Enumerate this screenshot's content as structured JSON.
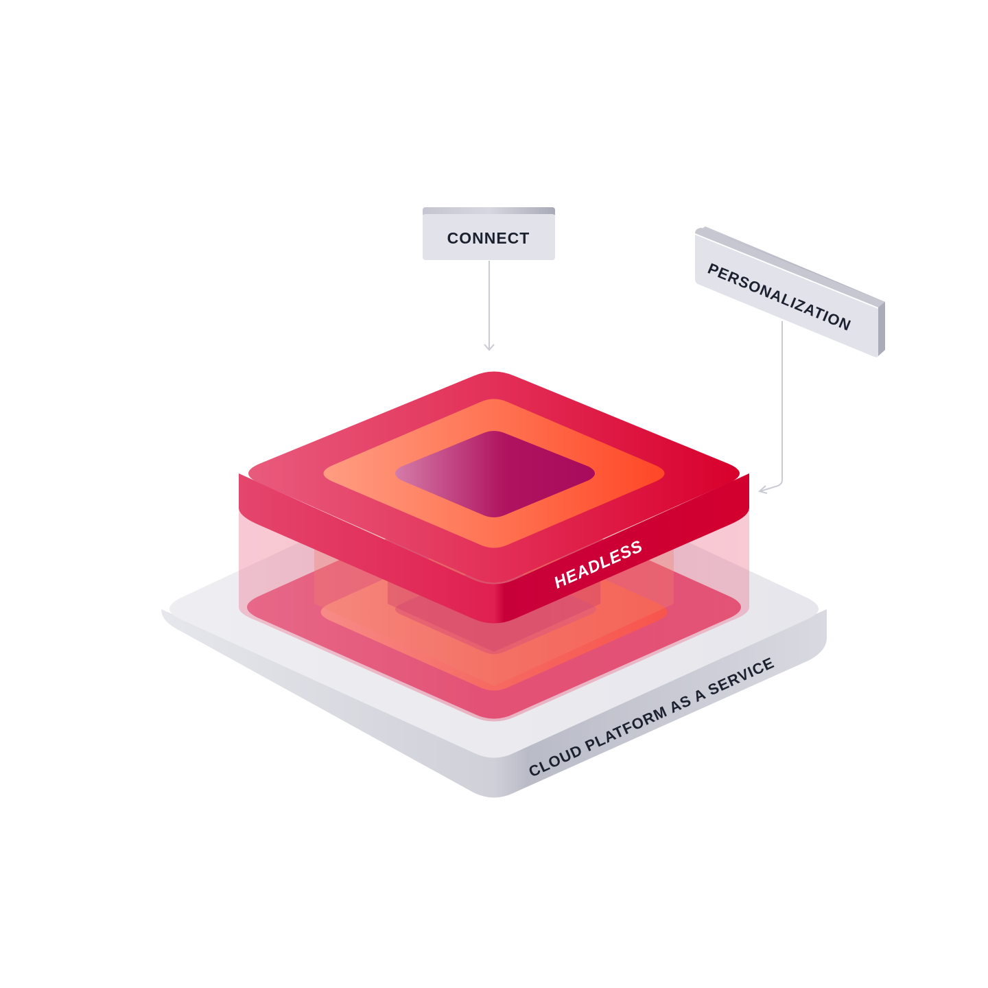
{
  "diagram": {
    "labels": {
      "connect": "CONNECT",
      "personalization": "PERSONALIZATION",
      "headless": "HEADLESS",
      "base": "CLOUD PLATFORM AS A SERVICE"
    },
    "icons": {
      "connect_arrow": "arrow-down-icon",
      "personalization_arrow": "arrow-curve-left-icon"
    }
  },
  "colors": {
    "background": "#ffffff",
    "label_box": "#e2e3ea",
    "label_box_edge": "#b5b6c4",
    "label_text": "#1c2130",
    "connector_line": "#c9cad3",
    "base_top": "#ebebf0",
    "base_side_light": "#e0e1e7",
    "base_side_dark": "#aeb0bd",
    "block_red_light": "#e8587a",
    "block_red_dark": "#d9002c",
    "ring_orange_light": "#ff9a80",
    "ring_orange_dark": "#ff4a25",
    "core_purple_light": "#d47aa9",
    "core_purple_dark": "#a90c5b",
    "headless_text": "#ffffff"
  }
}
